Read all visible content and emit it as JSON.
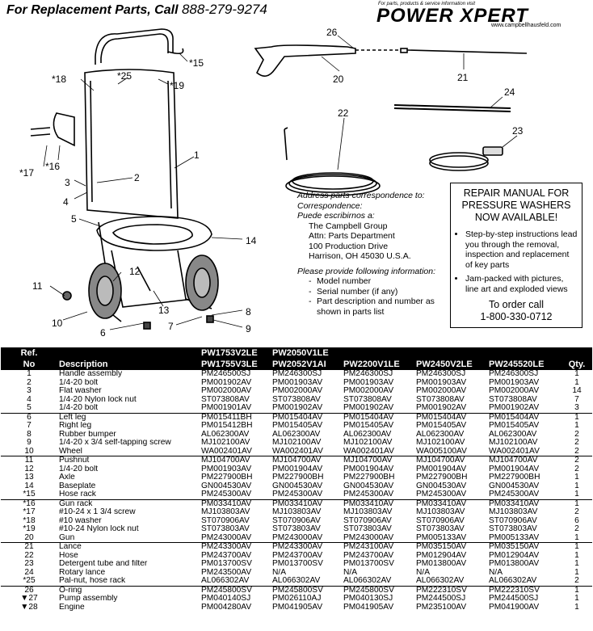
{
  "header": {
    "call_text": "For Replacement Parts, Call",
    "phone": "888-279-9274",
    "brand_tagline": "For parts, products & service information visit",
    "brand_logo": "POWER XPERT",
    "brand_url": "www.campbellhausfeld.com"
  },
  "callouts": [
    "*15",
    "*18",
    "*25",
    "*19",
    "1",
    "2",
    "3",
    "4",
    "5",
    "*17",
    "*16",
    "14",
    "12",
    "11",
    "10",
    "13",
    "6",
    "7",
    "8",
    "9",
    "26",
    "20",
    "21",
    "22",
    "24",
    "23"
  ],
  "address": {
    "line1": "Address parts correspondence to:",
    "line2": "Correspondence:",
    "line3": "Puede escribirnos a:",
    "company": "The Campbell Group",
    "dept": "Attn: Parts Department",
    "street": "100 Production Drive",
    "city": "Harrison, OH   45030  U.S.A.",
    "provide": "Please provide following information:",
    "items": [
      "Model number",
      "Serial number (if any)",
      "Part description and number as shown in parts list"
    ]
  },
  "repair_box": {
    "title_1": "REPAIR MANUAL FOR",
    "title_2": "PRESSURE WASHERS",
    "title_3": "NOW AVAILABLE!",
    "bullet_1": "Step-by-step instructions lead you through the removal, inspection and replacement of key parts",
    "bullet_2": "Jam-packed with pictures, line art and exploded views",
    "order_label": "To order call",
    "order_phone": "1-800-330-0712"
  },
  "table": {
    "headers": {
      "ref_1": "Ref.",
      "ref_2": "No",
      "desc": "Description",
      "m1_1": "PW1753V2LE",
      "m1_2": "PW1755V3LE",
      "m2_1": "PW2050V1LE",
      "m2_2": "PW2052V1AI",
      "m3": "PW2200V1LE",
      "m4": "PW2450V2LE",
      "m5": "PW245520LE",
      "qty": "Qty."
    },
    "rows": [
      {
        "ref": "1",
        "desc": "Handle assembly",
        "c1": "PM246500SJ",
        "c2": "PM246300SJ",
        "c3": "PM246300SJ",
        "c4": "PM246300SJ",
        "c5": "PM246300SJ",
        "qty": "1"
      },
      {
        "ref": "2",
        "desc": "1/4-20 bolt",
        "c1": "PM001902AV",
        "c2": "PM001903AV",
        "c3": "PM001903AV",
        "c4": "PM001903AV",
        "c5": "PM001903AV",
        "qty": "1"
      },
      {
        "ref": "3",
        "desc": "Flat washer",
        "c1": "PM002000AV",
        "c2": "PM002000AV",
        "c3": "PM002000AV",
        "c4": "PM002000AV",
        "c5": "PM002000AV",
        "qty": "14"
      },
      {
        "ref": "4",
        "desc": "1/4-20 Nylon lock nut",
        "c1": "ST073808AV",
        "c2": "ST073808AV",
        "c3": "ST073808AV",
        "c4": "ST073808AV",
        "c5": "ST073808AV",
        "qty": "7"
      },
      {
        "ref": "5",
        "desc": "1/4-20 bolt",
        "c1": "PM001901AV",
        "c2": "PM001902AV",
        "c3": "PM001902AV",
        "c4": "PM001902AV",
        "c5": "PM001902AV",
        "qty": "3"
      },
      {
        "ref": "6",
        "desc": "Left leg",
        "c1": "PM015411BH",
        "c2": "PM015404AV",
        "c3": "PM015404AV",
        "c4": "PM015404AV",
        "c5": "PM015404AV",
        "qty": "1"
      },
      {
        "ref": "7",
        "desc": "Right leg",
        "c1": "PM015412BH",
        "c2": "PM015405AV",
        "c3": "PM015405AV",
        "c4": "PM015405AV",
        "c5": "PM015405AV",
        "qty": "1"
      },
      {
        "ref": "8",
        "desc": "Rubber bumper",
        "c1": "AL062300AV",
        "c2": "AL062300AV",
        "c3": "AL062300AV",
        "c4": "AL062300AV",
        "c5": "AL062300AV",
        "qty": "2"
      },
      {
        "ref": "9",
        "desc": "1/4-20 x 3/4 self-tapping screw",
        "c1": "MJ102100AV",
        "c2": "MJ102100AV",
        "c3": "MJ102100AV",
        "c4": "MJ102100AV",
        "c5": "MJ102100AV",
        "qty": "2"
      },
      {
        "ref": "10",
        "desc": "Wheel",
        "c1": "WA002401AV",
        "c2": "WA002401AV",
        "c3": "WA002401AV",
        "c4": "WA005100AV",
        "c5": "WA002401AV",
        "qty": "2"
      },
      {
        "ref": "11",
        "desc": "Pushnut",
        "c1": "MJ104700AV",
        "c2": "MJ104700AV",
        "c3": "MJ104700AV",
        "c4": "MJ104700AV",
        "c5": "MJ104700AV",
        "qty": "2"
      },
      {
        "ref": "12",
        "desc": "1/4-20 bolt",
        "c1": "PM001903AV",
        "c2": "PM001904AV",
        "c3": "PM001904AV",
        "c4": "PM001904AV",
        "c5": "PM001904AV",
        "qty": "2"
      },
      {
        "ref": "13",
        "desc": "Axle",
        "c1": "PM227900BH",
        "c2": "PM227900BH",
        "c3": "PM227900BH",
        "c4": "PM227900BH",
        "c5": "PM227900BH",
        "qty": "1"
      },
      {
        "ref": "14",
        "desc": "Baseplate",
        "c1": "GN004530AV",
        "c2": "GN004530AV",
        "c3": "GN004530AV",
        "c4": "GN004530AV",
        "c5": "GN004530AV",
        "qty": "1"
      },
      {
        "ref": "*15",
        "desc": "Hose rack",
        "c1": "PM245300AV",
        "c2": "PM245300AV",
        "c3": "PM245300AV",
        "c4": "PM245300AV",
        "c5": "PM245300AV",
        "qty": "1"
      },
      {
        "ref": "*16",
        "desc": "Gun rack",
        "c1": "PM033410AV",
        "c2": "PM033410AV",
        "c3": "PM033410AV",
        "c4": "PM033410AV",
        "c5": "PM033410AV",
        "qty": "1"
      },
      {
        "ref": "*17",
        "desc": "#10-24 x 1 3/4 screw",
        "c1": "MJ103803AV",
        "c2": "MJ103803AV",
        "c3": "MJ103803AV",
        "c4": "MJ103803AV",
        "c5": "MJ103803AV",
        "qty": "2"
      },
      {
        "ref": "*18",
        "desc": "#10 washer",
        "c1": "ST070906AV",
        "c2": "ST070906AV",
        "c3": "ST070906AV",
        "c4": "ST070906AV",
        "c5": "ST070906AV",
        "qty": "6"
      },
      {
        "ref": "*19",
        "desc": "#10-24 Nylon lock nut",
        "c1": "ST073803AV",
        "c2": "ST073803AV",
        "c3": "ST073803AV",
        "c4": "ST073803AV",
        "c5": "ST073803AV",
        "qty": "2"
      },
      {
        "ref": "20",
        "desc": "Gun",
        "c1": "PM243000AV",
        "c2": "PM243000AV",
        "c3": "PM243000AV",
        "c4": "PM005133AV",
        "c5": "PM005133AV",
        "qty": "1"
      },
      {
        "ref": "21",
        "desc": "Lance",
        "c1": "PM243300AV",
        "c2": "PM243300AV",
        "c3": "PM243100AV",
        "c4": "PM035150AV",
        "c5": "PM035150AV",
        "qty": "1"
      },
      {
        "ref": "22",
        "desc": "Hose",
        "c1": "PM243700AV",
        "c2": "PM243700AV",
        "c3": "PM243700AV",
        "c4": "PM012904AV",
        "c5": "PM012904AV",
        "qty": "1"
      },
      {
        "ref": "23",
        "desc": "Detergent tube and filter",
        "c1": "PM013700SV",
        "c2": "PM013700SV",
        "c3": "PM013700SV",
        "c4": "PM013800AV",
        "c5": "PM013800AV",
        "qty": "1"
      },
      {
        "ref": "24",
        "desc": "Rotary lance",
        "c1": "PM243500AV",
        "c2": "N/A",
        "c3": "N/A",
        "c4": "N/A",
        "c5": "N/A",
        "qty": "1"
      },
      {
        "ref": "*25",
        "desc": "Pal-nut, hose rack",
        "c1": "AL066302AV",
        "c2": "AL066302AV",
        "c3": "AL066302AV",
        "c4": "AL066302AV",
        "c5": "AL066302AV",
        "qty": "2"
      },
      {
        "ref": "26",
        "desc": "O-ring",
        "c1": "PM245800SV",
        "c2": "PM245800SV",
        "c3": "PM245800SV",
        "c4": "PM222310SV",
        "c5": "PM222310SV",
        "qty": "1"
      },
      {
        "ref": "▼27",
        "desc": "Pump assembly",
        "c1": "PM040140SJ",
        "c2": "PM026110AJ",
        "c3": "PM040130SJ",
        "c4": "PM244500SJ",
        "c5": "PM244500SJ",
        "qty": "1"
      },
      {
        "ref": "▼28",
        "desc": "Engine",
        "c1": "PM004280AV",
        "c2": "PM041905AV",
        "c3": "PM041905AV",
        "c4": "PM235100AV",
        "c5": "PM041900AV",
        "qty": "1"
      }
    ]
  }
}
